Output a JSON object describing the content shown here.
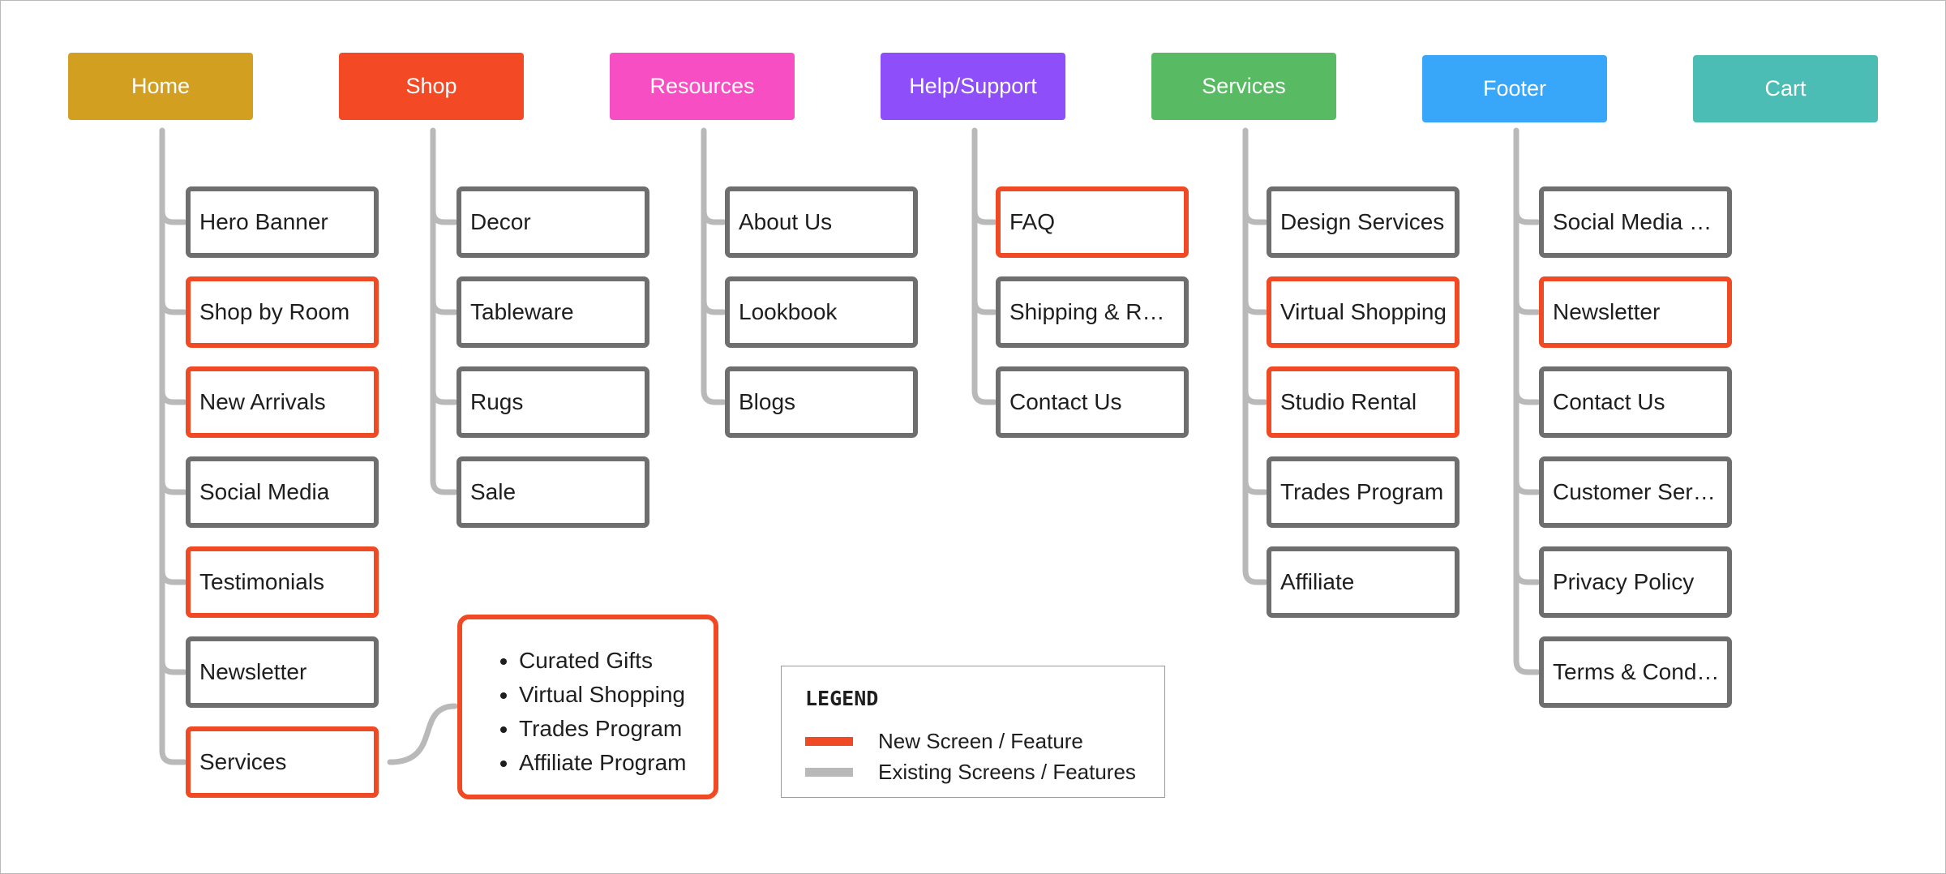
{
  "colors": {
    "new": "#f04a25",
    "existing": "#6e6e6e",
    "connector": "#b9b9b9"
  },
  "columns": [
    {
      "key": "home",
      "label": "Home",
      "color": "#d39f21",
      "items": [
        {
          "label": "Hero Banner",
          "status": "existing"
        },
        {
          "label": "Shop by Room",
          "status": "new"
        },
        {
          "label": "New Arrivals",
          "status": "new"
        },
        {
          "label": "Social Media",
          "status": "existing"
        },
        {
          "label": "Testimonials",
          "status": "new"
        },
        {
          "label": "Newsletter",
          "status": "existing"
        },
        {
          "label": "Services",
          "status": "new"
        }
      ]
    },
    {
      "key": "shop",
      "label": "Shop",
      "color": "#f34a25",
      "items": [
        {
          "label": "Decor",
          "status": "existing"
        },
        {
          "label": "Tableware",
          "status": "existing"
        },
        {
          "label": "Rugs",
          "status": "existing"
        },
        {
          "label": "Sale",
          "status": "existing"
        }
      ]
    },
    {
      "key": "resources",
      "label": "Resources",
      "color": "#f84ec3",
      "items": [
        {
          "label": "About Us",
          "status": "existing"
        },
        {
          "label": "Lookbook",
          "status": "existing"
        },
        {
          "label": "Blogs",
          "status": "existing"
        }
      ]
    },
    {
      "key": "help-support",
      "label": "Help/Support",
      "color": "#8e4efa",
      "items": [
        {
          "label": "FAQ",
          "status": "new"
        },
        {
          "label": "Shipping & Retu...",
          "status": "existing"
        },
        {
          "label": "Contact Us",
          "status": "existing"
        }
      ]
    },
    {
      "key": "services",
      "label": "Services",
      "color": "#58bb63",
      "items": [
        {
          "label": "Design Services",
          "status": "existing"
        },
        {
          "label": "Virtual Shopping",
          "status": "new"
        },
        {
          "label": "Studio Rental",
          "status": "new"
        },
        {
          "label": "Trades Program",
          "status": "existing"
        },
        {
          "label": "Affiliate",
          "status": "existing"
        }
      ]
    },
    {
      "key": "footer",
      "label": "Footer",
      "color": "#39a7f9",
      "items": [
        {
          "label": "Social Media Links",
          "status": "existing"
        },
        {
          "label": "Newsletter",
          "status": "new"
        },
        {
          "label": "Contact Us",
          "status": "existing"
        },
        {
          "label": "Customer Service",
          "status": "existing"
        },
        {
          "label": "Privacy Policy",
          "status": "existing"
        },
        {
          "label": "Terms & Conditio...",
          "status": "existing"
        }
      ]
    },
    {
      "key": "cart",
      "label": "Cart",
      "color": "#4cbdb5",
      "items": []
    }
  ],
  "services_detail": [
    "Curated Gifts",
    "Virtual Shopping",
    "Trades Program",
    "Affiliate Program"
  ],
  "legend": {
    "title": "LEGEND",
    "new_label": "New Screen / Feature",
    "existing_label": "Existing Screens / Features"
  }
}
